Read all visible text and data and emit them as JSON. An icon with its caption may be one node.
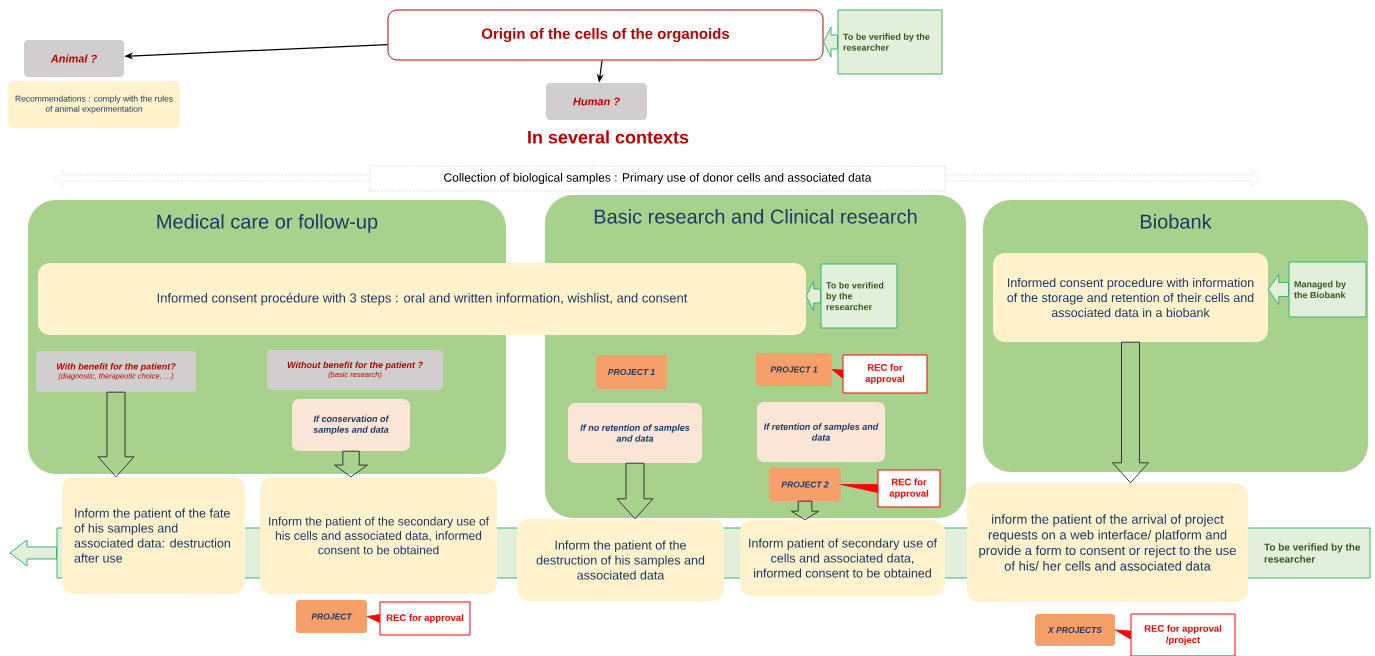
{
  "diagram": {
    "nodes": [
      {
        "text": [
          "Origin of the cells of the organoids"
        ]
      },
      {
        "text": [
          "To be verified by the researcher"
        ]
      },
      {
        "text": [
          "Animal ?"
        ]
      },
      {
        "text": [
          "Recommendations : comply with the rules of animal experimentation"
        ]
      },
      {
        "text": [
          "Human ?"
        ]
      },
      {
        "text": [
          "Collection of biological samples : Primary use of donor cells and associated data"
        ]
      },
      {
        "text": [
          "Medical care or follow-up"
        ]
      },
      {
        "text": [
          "Basic research and Clinical research"
        ]
      },
      {
        "text": [
          "Biobank"
        ]
      },
      {
        "text": [
          "Informed consent procédure with 3 steps : oral and written information, wishlist, and consent"
        ]
      },
      {
        "text": [
          "To be verified by the researcher"
        ],
        "in": 7
      },
      {
        "text": [
          "Informed consent procedure with information of the storage and retention of their cells and associated data in a biobank"
        ],
        "in": 8
      },
      {
        "text": [
          "Managed by the Biobank"
        ],
        "in": 8
      },
      {
        "text": [
          "With benefit for the patient?",
          "(diagnostic, therapeutic choice, …)"
        ],
        "in": 6
      },
      {
        "text": [
          "Without benefit for the patient ?",
          "(basic research)"
        ],
        "in": 6
      },
      {
        "text": [
          "If conservation of samples and data"
        ],
        "in": 6
      },
      {
        "text": [
          "PROJECT 1"
        ],
        "in": 7
      },
      {
        "text": [
          "PROJECT 1"
        ],
        "in": 7
      },
      {
        "text": [
          "REC for approval"
        ],
        "in": 7
      },
      {
        "text": [
          "If no retention of samples and data"
        ],
        "in": 7
      },
      {
        "text": [
          "If retention of samples and data"
        ],
        "in": 7
      },
      {
        "text": [
          "PROJECT 2"
        ],
        "in": 7
      },
      {
        "text": [
          "REC for approval"
        ],
        "in": 7
      },
      {
        "text": [
          "Inform the patient of the fate of his samples and associated data: destruction after use"
        ]
      },
      {
        "text": [
          "Inform the patient of the secondary use of his cells and associated data, informed consent to be obtained"
        ]
      },
      {
        "text": [
          "Inform the patient of the destruction of his samples and associated data"
        ]
      },
      {
        "text": [
          "Inform patient of secondary use of cells and associated data, informed consent to be obtained"
        ]
      },
      {
        "text": [
          "inform the patient of the arrival of project requests on a web interface/ platform and provide a form to consent or reject to the use of his/ her cells and associated data"
        ]
      },
      {
        "text": [
          "To be verified by the researcher"
        ]
      },
      {
        "text": [
          "PROJECT"
        ]
      },
      {
        "text": [
          "REC for approval"
        ]
      },
      {
        "text": [
          "X PROJECTS"
        ]
      },
      {
        "text": [
          "REC for approval /project"
        ]
      }
    ],
    "edges": [
      {
        "from": 0,
        "to": 2,
        "arrow": "to",
        "color": "#000000"
      },
      {
        "from": 0,
        "to": 4,
        "arrow": "to",
        "color": "#000000"
      },
      {
        "from": 1,
        "to": 0,
        "arrow": "to",
        "style": "thick",
        "color": "#3cb371"
      },
      {
        "from": 10,
        "to": 9,
        "arrow": "to",
        "style": "thick",
        "color": "#3cb371"
      },
      {
        "from": 12,
        "to": 11,
        "arrow": "to",
        "style": "thick",
        "color": "#3cb371"
      },
      {
        "from": 28,
        "to": null,
        "arrow": "to",
        "style": "thick",
        "color": "#3cb371"
      },
      {
        "from": 13,
        "to": 23,
        "arrow": "to",
        "style": "thick"
      },
      {
        "from": 15,
        "to": 24,
        "arrow": "to",
        "style": "thick"
      },
      {
        "from": 19,
        "to": 25,
        "arrow": "to",
        "style": "thick"
      },
      {
        "from": 21,
        "to": 26,
        "arrow": "to",
        "style": "thick"
      },
      {
        "from": 11,
        "to": 27,
        "arrow": "to",
        "style": "thick"
      },
      {
        "from": 18,
        "to": 17,
        "arrow": "to",
        "color": "#ff0000"
      },
      {
        "from": 22,
        "to": 21,
        "arrow": "to",
        "color": "#ff0000"
      },
      {
        "from": 30,
        "to": 29,
        "arrow": "to",
        "color": "#ff0000"
      },
      {
        "from": 32,
        "to": 31,
        "arrow": "to",
        "color": "#ff0000"
      }
    ],
    "labels": [
      "In several contexts"
    ]
  }
}
